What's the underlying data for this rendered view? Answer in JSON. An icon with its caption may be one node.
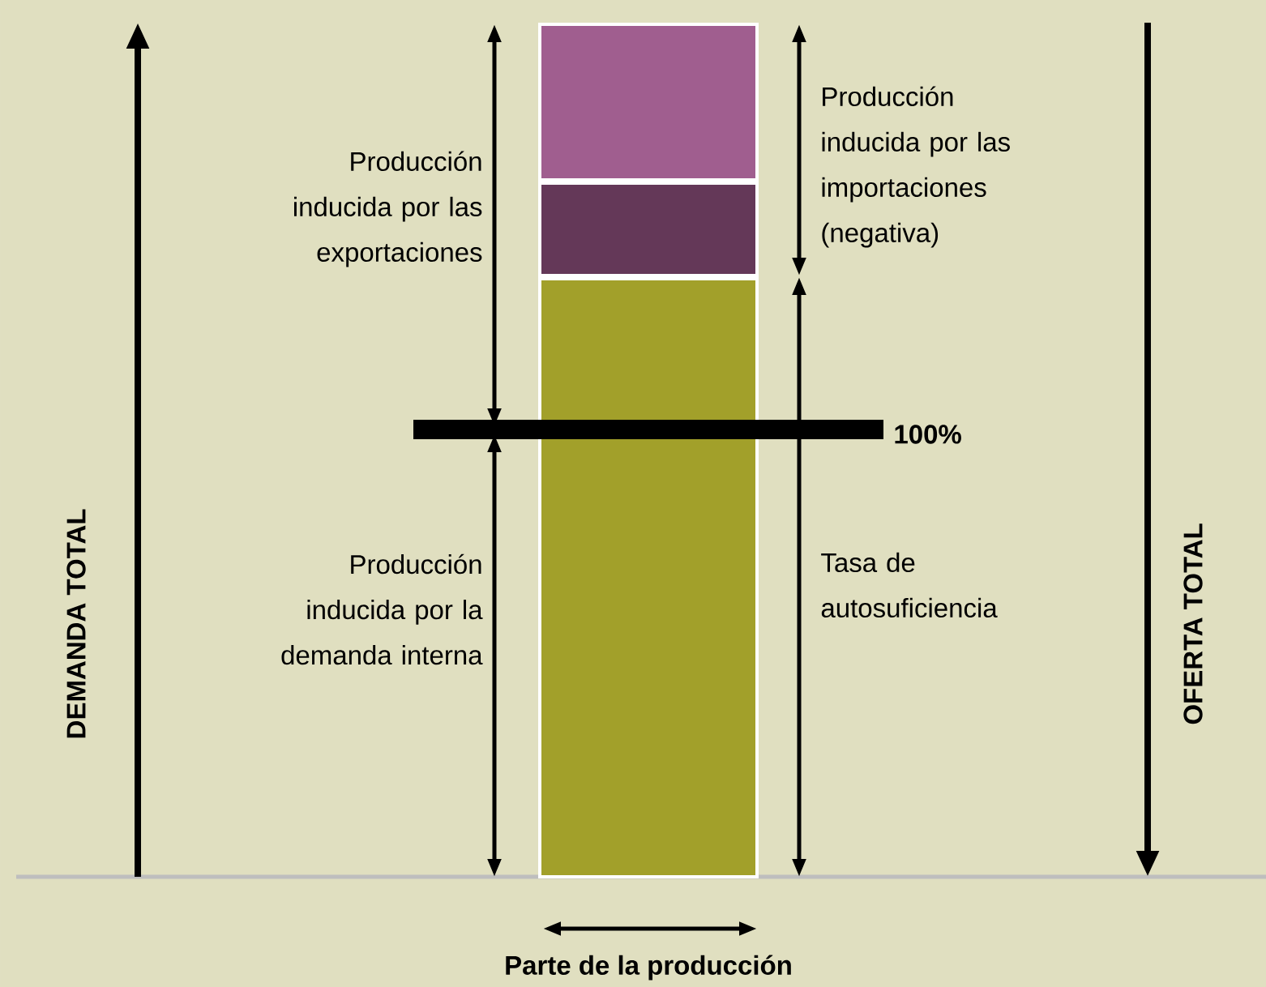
{
  "diagram": {
    "labels": [
      "Producción inducida por las exportaciones",
      "Producción inducida por las importaciones (negativa)",
      "100%",
      "Producción inducida por la demanda interna",
      "Tasa de autosuficiencia",
      "DEMANDA TOTAL",
      "OFERTA TOTAL",
      "Parte de la producción"
    ]
  }
}
